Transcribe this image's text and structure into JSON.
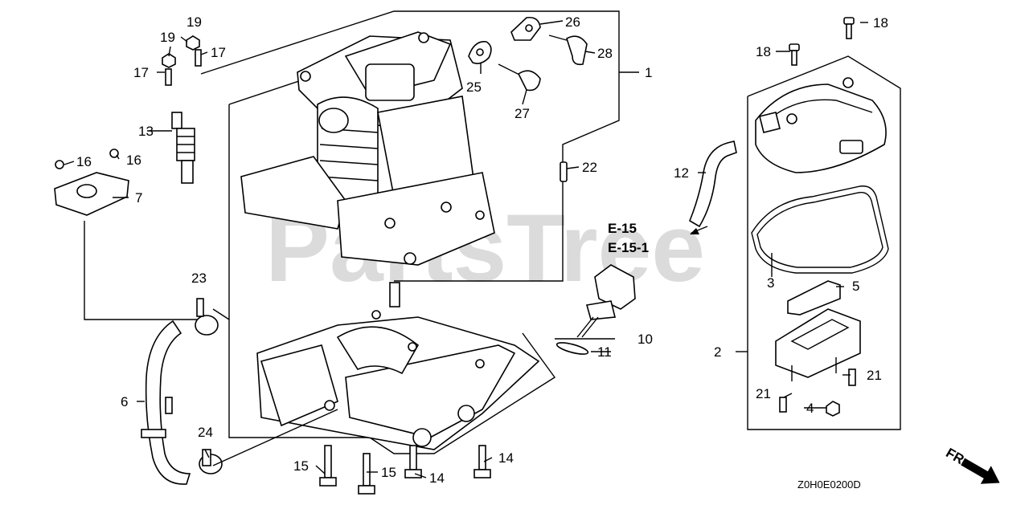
{
  "watermark": "PartsTree",
  "diagram_code": "Z0H0E0200D",
  "direction_label": "FR.",
  "references": {
    "ref1": "E-15",
    "ref2": "E-15-1"
  },
  "callouts": {
    "c1": "1",
    "c2": "2",
    "c3": "3",
    "c4": "4",
    "c5": "5",
    "c6": "6",
    "c7": "7",
    "c10": "10",
    "c11": "11",
    "c12": "12",
    "c13": "13",
    "c14a": "14",
    "c14b": "14",
    "c15a": "15",
    "c15b": "15",
    "c16a": "16",
    "c16b": "16",
    "c17a": "17",
    "c17b": "17",
    "c18a": "18",
    "c18b": "18",
    "c19a": "19",
    "c19b": "19",
    "c21a": "21",
    "c21b": "21",
    "c22": "22",
    "c23": "23",
    "c24": "24",
    "c25": "25",
    "c26": "26",
    "c27": "27",
    "c28": "28"
  }
}
